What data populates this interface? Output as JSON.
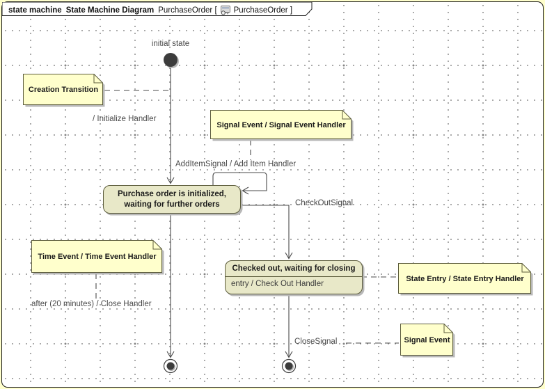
{
  "frame": {
    "keyword": "state machine",
    "diagram_type": "State Machine Diagram",
    "diagram_name": "PurchaseOrder",
    "bracket_open": "[",
    "context_name": "PurchaseOrder",
    "bracket_close": "]"
  },
  "nodes": {
    "initial_label": "initial state"
  },
  "states": [
    {
      "line1": "Purchase order is initialized,",
      "line2": "waiting for further orders"
    },
    {
      "name": "Checked out, waiting for closing",
      "internal_activity": "entry / Check Out Handler"
    }
  ],
  "transitions": [
    {
      "label": "/ Initialize Handler"
    },
    {
      "label": "AddItemSignal / Add Item Handler"
    },
    {
      "label": "CheckOutSignal"
    },
    {
      "label": "after (20 minutes) / Close Handler"
    },
    {
      "label": "CloseSignal"
    }
  ],
  "notes": [
    {
      "label": "Creation Transition"
    },
    {
      "label": "Signal Event / Signal Event Handler"
    },
    {
      "label": "Time Event / Time Event Handler"
    },
    {
      "label": "State Entry / State Entry Handler"
    },
    {
      "label": "Signal Event"
    }
  ],
  "colors": {
    "note_fill": "#ffffcc",
    "state_fill": "#e8e8c8",
    "element_border": "#5c5c3c",
    "line": "#4a4a4a",
    "shadow": "#b8b8b8",
    "frame_border": "#1a1a1a",
    "grid_dot": "#9c9c9c",
    "outer_edge": "#ffffcc",
    "node_fill": "#3c3c3c"
  }
}
